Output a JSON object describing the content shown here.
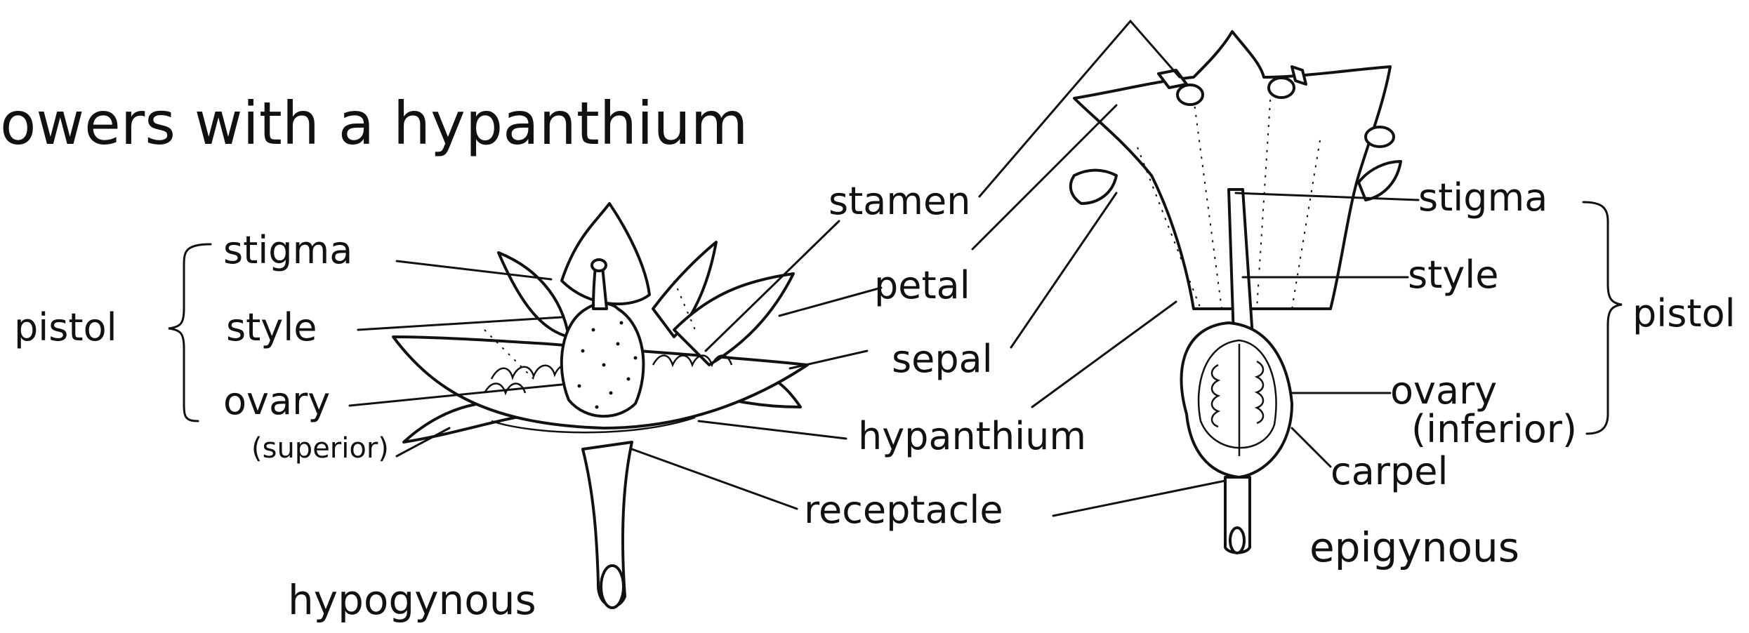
{
  "title": "owers   with  a  hypanthium",
  "hypogynous": {
    "caption": "hypogynous",
    "pistol": "pistol",
    "stigma": "stigma",
    "style": "style",
    "ovary": "ovary",
    "superior": "(superior)"
  },
  "shared": {
    "stamen": "stamen",
    "petal": "petal",
    "sepal": "sepal",
    "hypanthium": "hypanthium",
    "receptacle": "receptacle"
  },
  "epigynous": {
    "caption": "epigynous",
    "stigma": "stigma",
    "style": "style",
    "pistol": "pistol",
    "ovary": "ovary",
    "inferior": "(inferior)",
    "carpel": "carpel"
  }
}
